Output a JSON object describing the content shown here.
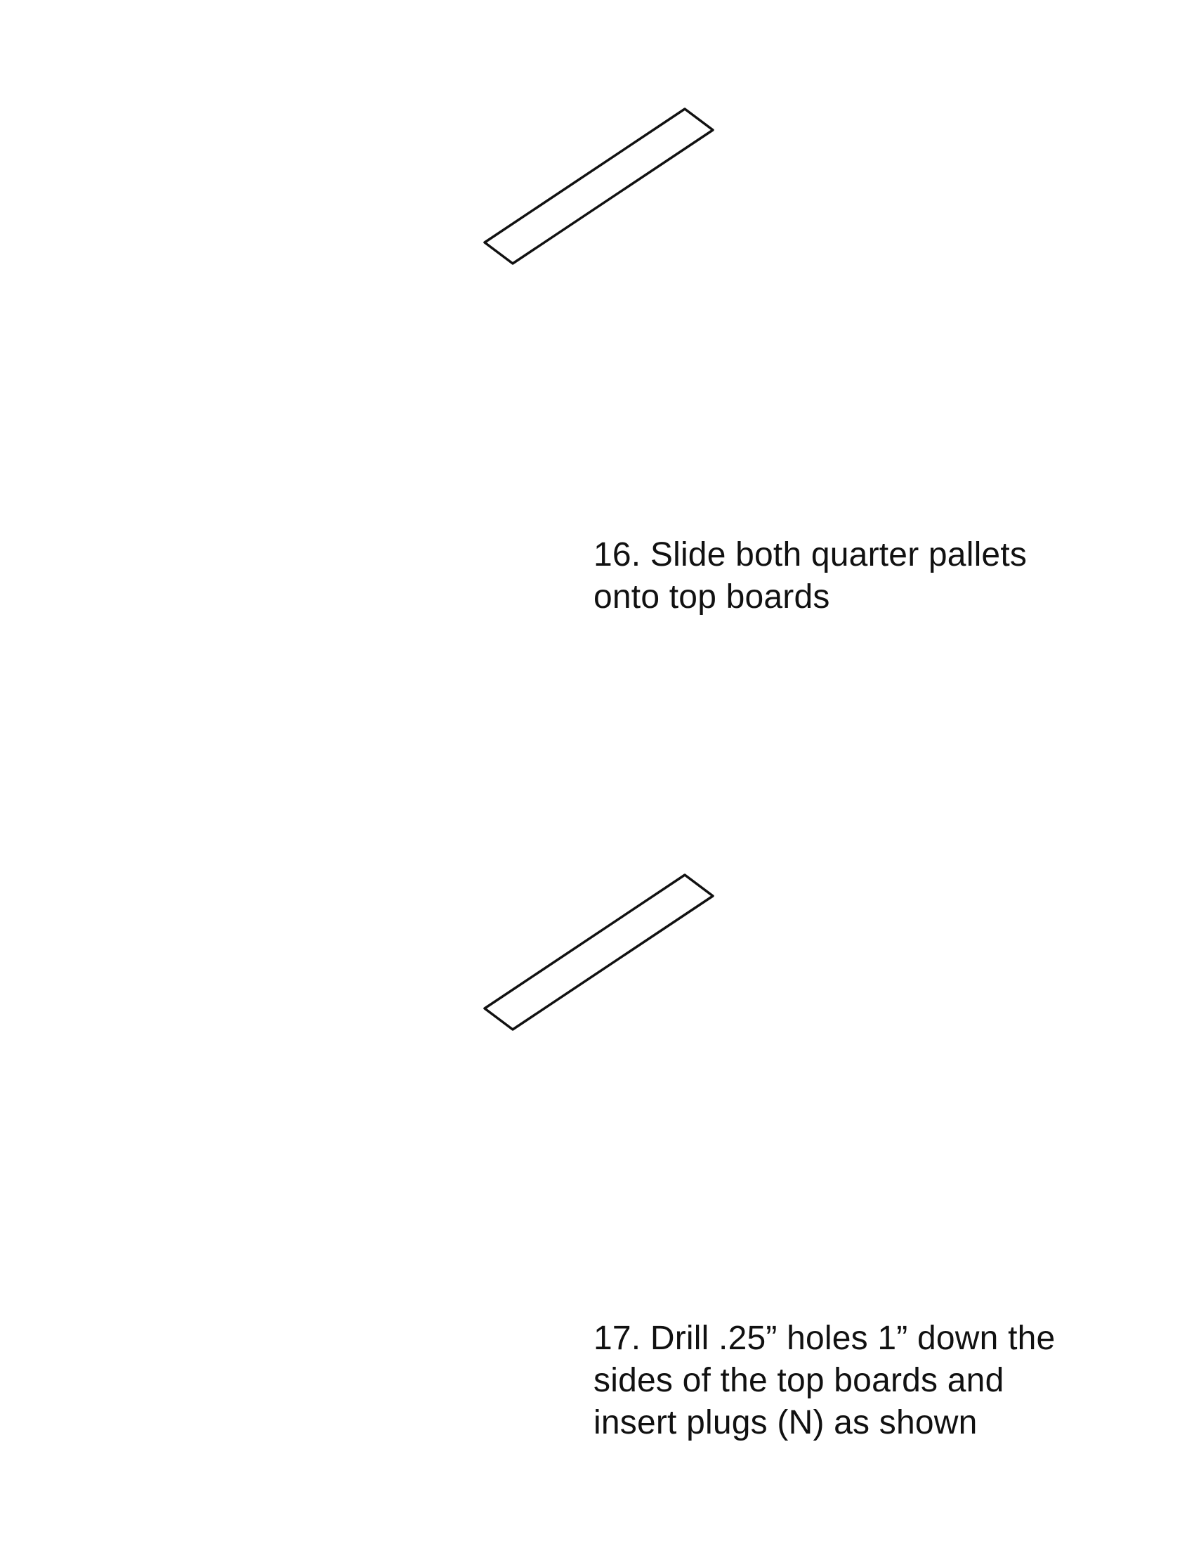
{
  "steps": [
    {
      "number": "16",
      "lines": [
        "16. Slide both quarter pallets",
        "onto top boards"
      ]
    },
    {
      "number": "17",
      "lines": [
        "17. Drill .25” holes 1” down the",
        "sides of the top boards and",
        "insert plugs (N) as shown"
      ]
    }
  ],
  "colors": {
    "ink": "#111111",
    "background": "#ffffff"
  }
}
